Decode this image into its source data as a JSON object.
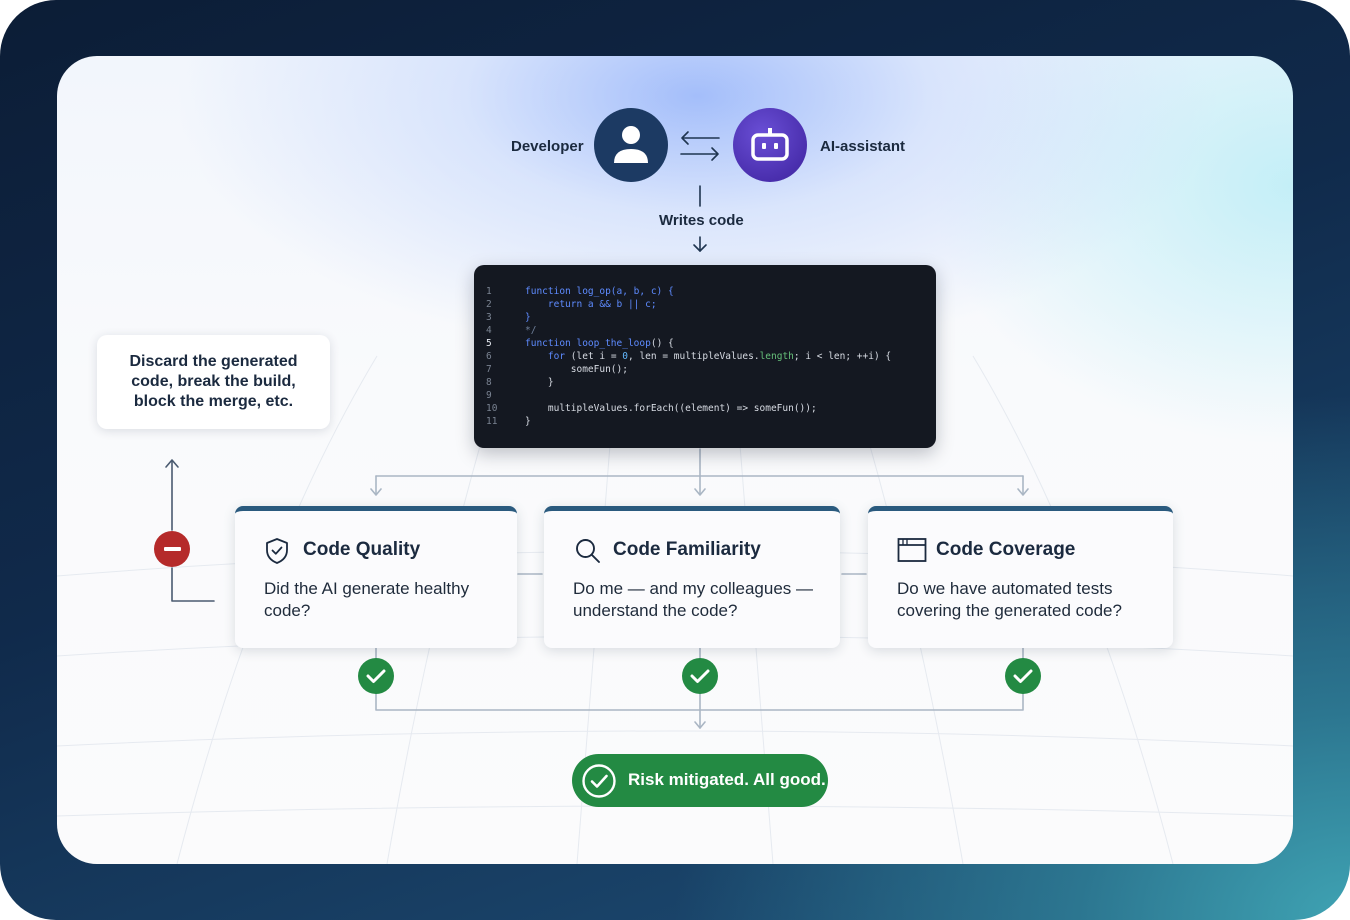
{
  "actors": {
    "developer": {
      "label": "Developer",
      "icon": "person-icon"
    },
    "assistant": {
      "label": "AI-assistant",
      "icon": "robot-icon"
    }
  },
  "flow_label": "Writes code",
  "code": {
    "lines": [
      {
        "n": "1",
        "html": "<span class=\"kw\">function log_op(a, b, c) {</span>"
      },
      {
        "n": "2",
        "html": "    <span class=\"kw\">return a &amp;&amp; b || c;</span>"
      },
      {
        "n": "3",
        "html": "<span class=\"kw\">}</span>"
      },
      {
        "n": "4",
        "html": "<span class=\"cm\">*/</span>"
      },
      {
        "n": "5",
        "html": "<span class=\"kw\">function loop_the_loop</span>() {",
        "highlight": true
      },
      {
        "n": "6",
        "html": "    <span class=\"kw\">for</span> (let i = <span class=\"num\">0</span>, len = multipleValues.<span class=\"prop\">length</span>; i &lt; len; ++i) {"
      },
      {
        "n": "7",
        "html": "        someFun();"
      },
      {
        "n": "8",
        "html": "    }"
      },
      {
        "n": "9",
        "html": ""
      },
      {
        "n": "10",
        "html": "    multipleValues.forEach((element) =&gt; someFun());"
      },
      {
        "n": "11",
        "html": "}"
      }
    ]
  },
  "discard_box": {
    "text": "Discard the generated code, break the build, block the merge, etc."
  },
  "checks": [
    {
      "title": "Code Quality",
      "body": "Did the AI generate healthy code?",
      "icon": "shield-icon"
    },
    {
      "title": "Code Familiarity",
      "body": "Do me — and my colleagues — understand the code?",
      "icon": "search-icon"
    },
    {
      "title": "Code Coverage",
      "body": "Do we have automated tests covering the generated code?",
      "icon": "window-icon"
    }
  ],
  "result": {
    "label": "Risk mitigated. All good."
  },
  "colors": {
    "success": "#238a43",
    "reject": "#b52a2a",
    "box_accent": "#2a5a7e",
    "developer": "#1c3a63",
    "assistant": "#4a2fae",
    "code_bg": "#141821"
  }
}
